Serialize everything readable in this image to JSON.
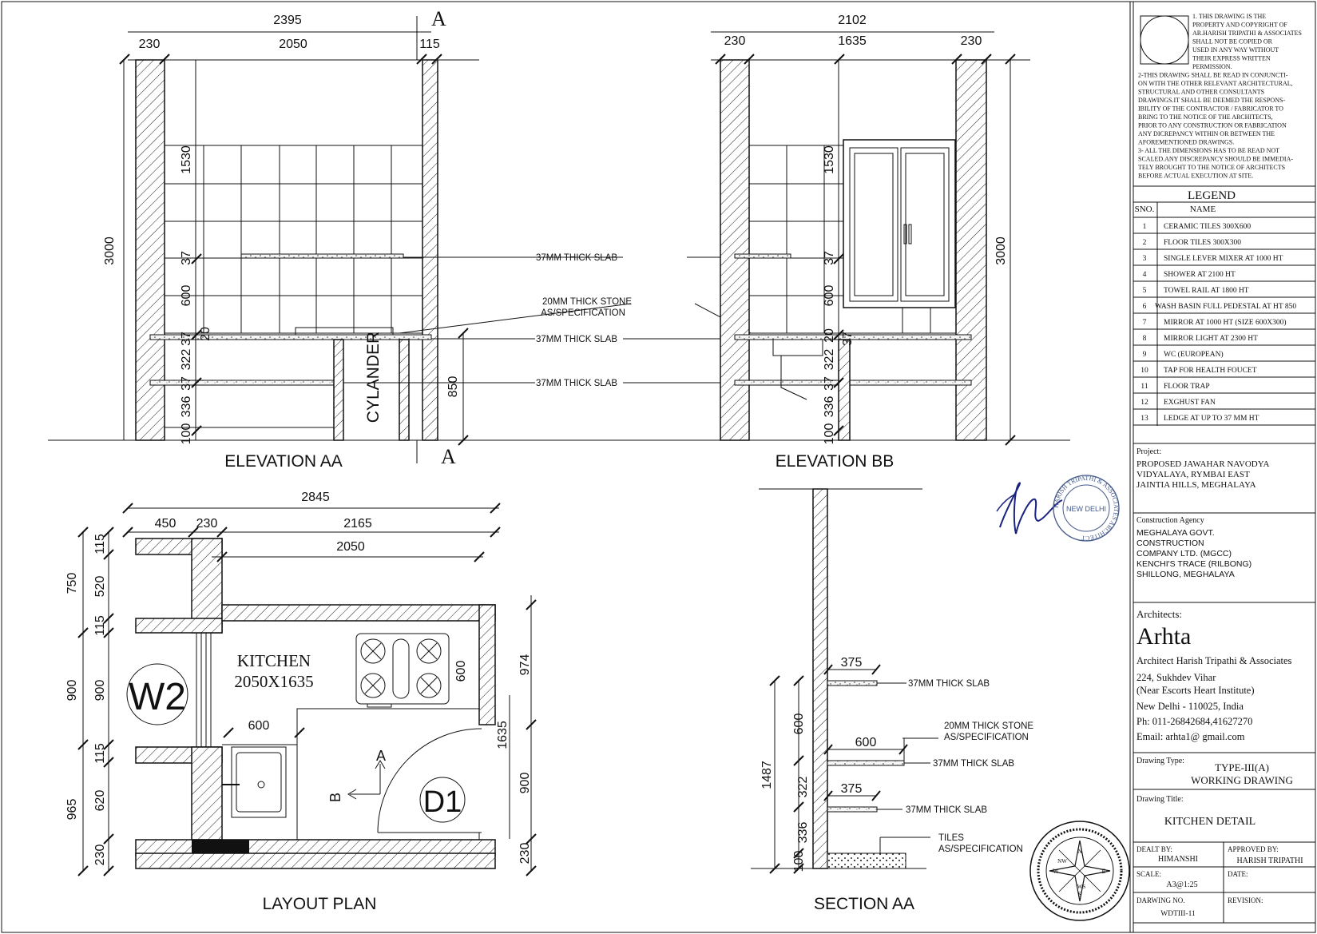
{
  "elevation_aa": {
    "title": "ELEVATION AA",
    "dims": {
      "total": "2395",
      "left": "230",
      "mid": "2050",
      "right": "115",
      "height": "3000",
      "v1": "1530",
      "v2": "37",
      "v3": "600",
      "v4": "20",
      "v5": "37",
      "v6": "322",
      "v7": "37",
      "v8": "336",
      "v9": "100",
      "counter": "850"
    },
    "cylinder": "CYLANDER",
    "section_mark": "A"
  },
  "elevation_bb": {
    "title": "ELEVATION BB",
    "dims": {
      "total": "2102",
      "left": "230",
      "mid": "1635",
      "right": "230",
      "height": "3000",
      "v1": "1530",
      "v2": "37",
      "v3": "600",
      "v4": "20",
      "v5": "37",
      "v6": "322",
      "v7": "37",
      "v8": "336",
      "v9": "100"
    }
  },
  "callouts": {
    "slab1": "37MM THICK SLAB",
    "stone1": "20MM THICK STONE",
    "stone2": "AS/SPECIFICATION",
    "slab2": "37MM THICK SLAB",
    "slab3": "37MM THICK SLAB"
  },
  "layout_plan": {
    "title": "LAYOUT PLAN",
    "room_name": "KITCHEN",
    "room_size": "2050X1635",
    "window": "W2",
    "door": "D1",
    "arrow_a": "A",
    "arrow_b": "B",
    "dims": {
      "total": "2845",
      "d450": "450",
      "d230": "230",
      "d2165": "2165",
      "d2050": "2050",
      "l750": "750",
      "l115a": "115",
      "l520": "520",
      "l115b": "115",
      "l900a": "900",
      "l900b": "900",
      "l115c": "115",
      "l965": "965",
      "l620": "620",
      "l230": "230",
      "r974": "974",
      "r1635": "1635",
      "r900": "900",
      "r230": "230",
      "hob600": "600",
      "sink600": "600"
    }
  },
  "section_aa": {
    "title": "SECTION AA",
    "dims": {
      "d375a": "375",
      "d600": "600",
      "d375b": "375",
      "v600": "600",
      "v1487": "1487",
      "v322": "322",
      "v336": "336",
      "v100": "100"
    },
    "callouts": {
      "slab1": "37MM THICK SLAB",
      "stone1": "20MM THICK STONE",
      "stone2": "AS/SPECIFICATION",
      "slab2": "37MM THICK SLAB",
      "slab3": "37MM THICK SLAB",
      "tiles1": "TILES",
      "tiles2": "AS/SPECIFICATION"
    }
  },
  "notes": [
    "1. THIS DRAWING IS  THE",
    "PROPERTY AND  COPYRIGHT OF",
    "AR.HARISH TRIPATHI & ASSOCIATES",
    "SHALL NOT BE COPIED  OR",
    "USED IN ANY WAY WITHOUT",
    "THEIR  EXPRESS  WRITTEN",
    "PERMISSION.",
    "2-THIS DRAWING SHALL BE READ IN CONJUNCTI-",
    "ON WITH THE OTHER RELEVANT ARCHITECTURAL,",
    "STRUCTURAL AND OTHER CONSULTANTS",
    "DRAWINGS.IT SHALL BE DEEMED THE RESPONS-",
    "IBILITY OF THE CONTRACTOR / FABRICATOR TO",
    "BRING TO THE NOTICE OF THE ARCHITECTS,",
    "PRIOR TO ANY CONSTRUCTION OR FABRICATION",
    "ANY DICREPANCY WITHIN OR BETWEEN THE",
    "AFOREMENTIONED DRAWINGS.",
    "3- ALL THE DIMENSIONS HAS TO BE READ NOT",
    "SCALED.ANY DISCREPANCY SHOULD BE IMMEDIA-",
    "TELY  BROUGHT TO THE NOTICE OF ARCHITECTS",
    "BEFORE ACTUAL EXECUTION AT SITE."
  ],
  "legend": {
    "title": "LEGEND",
    "col_sno": "SNO.",
    "col_name": "NAME",
    "rows": [
      {
        "sno": "1",
        "name": "CERAMIC TILES   300X600"
      },
      {
        "sno": "2",
        "name": "FLOOR TILES 300X300"
      },
      {
        "sno": "3",
        "name": "SINGLE LEVER MIXER AT 1000 HT"
      },
      {
        "sno": "4",
        "name": "SHOWER AT 2100 HT"
      },
      {
        "sno": "5",
        "name": "TOWEL RAIL AT 1800 HT"
      },
      {
        "sno": "6",
        "name": "WASH BASIN FULL PEDESTAL AT HT 850"
      },
      {
        "sno": "7",
        "name": "MIRROR AT 1000 HT (SIZE 600X300)"
      },
      {
        "sno": "8",
        "name": "MIRROR LIGHT AT 2300 HT"
      },
      {
        "sno": "9",
        "name": "WC (EUROPEAN)"
      },
      {
        "sno": "10",
        "name": "TAP FOR HEALTH FOUCET"
      },
      {
        "sno": "11",
        "name": "FLOOR TRAP"
      },
      {
        "sno": "12",
        "name": "EXGHUST FAN"
      },
      {
        "sno": "13",
        "name": "LEDGE AT UP TO 37 MM HT"
      }
    ]
  },
  "project": {
    "label": "Project:",
    "lines": [
      "PROPOSED JAWAHAR NAVODYA",
      "VIDYALAYA, RYMBAI EAST",
      "JAINTIA HILLS, MEGHALAYA"
    ]
  },
  "agency": {
    "label": "Construction Agency",
    "lines": [
      "MEGHALAYA GOVT.",
      "CONSTRUCTION",
      "COMPANY LTD. (MGCC)",
      "KENCHI'S TRACE (RILBONG)",
      "SHILLONG, MEGHALAYA"
    ]
  },
  "stamp": {
    "ring": "HARISH TRIPATHI & ASSOCIATES ARCHITECT",
    "center": "NEW DELHI"
  },
  "architects": {
    "label": "Architects:",
    "brand": "Arhta",
    "lines": [
      "Architect Harish Tripathi & Associates",
      "224, Sukhdev Vihar",
      "(Near Escorts Heart Institute)",
      "New Delhi - 110025, India",
      "Ph: 011-26842684,41627270",
      "Email: arhta1@ gmail.com"
    ]
  },
  "drawing_type": {
    "label": "Drawing Type:",
    "line1": "TYPE-III(A)",
    "line2": "WORKING DRAWING"
  },
  "drawing_title": {
    "label": "Drawing Title:",
    "value": "KITCHEN DETAIL"
  },
  "meta": {
    "dealt_label": "DEALT BY:",
    "dealt": "HIMANSHI",
    "approved_label": "APPROVED BY:",
    "approved": "HARISH TRIPATHI",
    "scale_label": "SCALE:",
    "scale": "A3@1:25",
    "date_label": "DATE:",
    "dwg_label": "DARWING NO.",
    "dwg": "WDTIII-11",
    "revision_label": "REVISION:"
  },
  "compass": {
    "n": "N",
    "s": "S",
    "e": "E",
    "w": "W",
    "nw": "NW",
    "ws": "WS"
  }
}
